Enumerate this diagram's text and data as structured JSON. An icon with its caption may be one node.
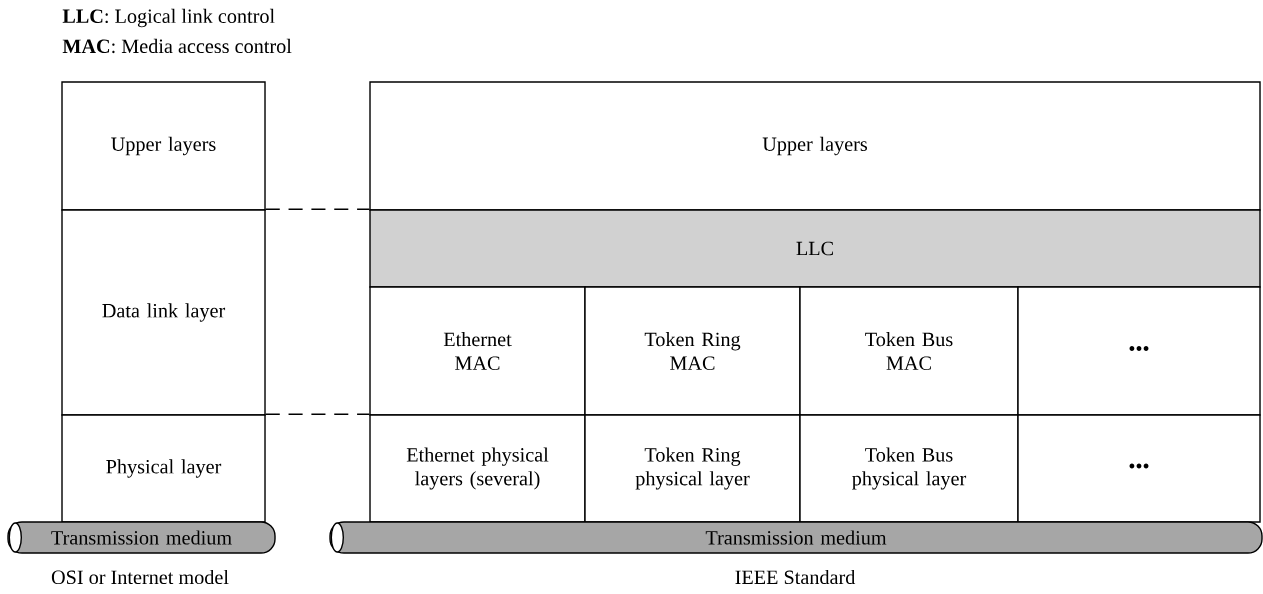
{
  "diagram": {
    "nodes": [
      {
        "text": [
          "Upper layers"
        ]
      },
      {
        "text": [
          "Data link layer"
        ]
      },
      {
        "text": [
          "Physical layer"
        ]
      },
      {
        "text": [
          "Transmission medium"
        ]
      },
      {
        "text": [
          "Upper layers"
        ]
      },
      {
        "text": [
          "LLC"
        ]
      },
      {
        "text": [
          "Ethernet MAC"
        ]
      },
      {
        "text": [
          "Token Ring MAC"
        ]
      },
      {
        "text": [
          "Token Bus MAC"
        ]
      },
      {
        "text": [
          "•••"
        ]
      },
      {
        "text": [
          "Ethernet physical layers (several)"
        ]
      },
      {
        "text": [
          "Token Ring physical layer"
        ]
      },
      {
        "text": [
          "Token Bus physical layer"
        ]
      },
      {
        "text": [
          "•••"
        ]
      },
      {
        "text": [
          "Transmission medium"
        ]
      }
    ],
    "edges": [
      {
        "from": 1,
        "to": 5,
        "arrow": "none",
        "style": "dashed"
      },
      {
        "from": 2,
        "to": 10,
        "arrow": "none",
        "style": "dashed"
      }
    ],
    "labels": [
      "**LLC**: Logical link control",
      "**MAC**: Media access control",
      "OSI or Internet model",
      "IEEE Standard"
    ]
  }
}
